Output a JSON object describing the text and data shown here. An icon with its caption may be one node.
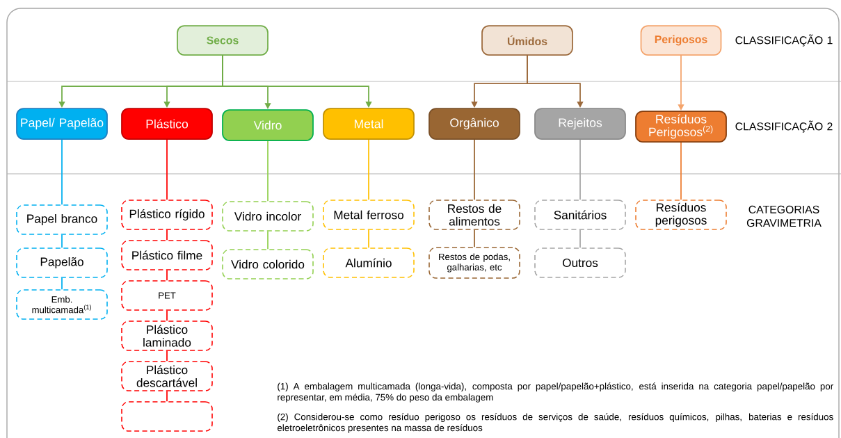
{
  "diagram": {
    "nodes": [
      {
        "text": [
          "Secos"
        ]
      },
      {
        "text": [
          "Úmidos"
        ]
      },
      {
        "text": [
          "Perigosos"
        ]
      },
      {
        "text": [
          "Papel/ Papelão"
        ]
      },
      {
        "text": [
          "Plástico"
        ]
      },
      {
        "text": [
          "Vidro"
        ]
      },
      {
        "text": [
          "Metal"
        ]
      },
      {
        "text": [
          "Orgânico"
        ]
      },
      {
        "text": [
          "Rejeitos"
        ]
      },
      {
        "text": [
          "Resíduos Perigosos$^{(2)}$"
        ]
      },
      {
        "text": [
          "Papel branco"
        ]
      },
      {
        "text": [
          "Papelão"
        ]
      },
      {
        "text": [
          "Emb. multicamada$^{(1)}$"
        ]
      },
      {
        "text": [
          "Plástico rígido"
        ]
      },
      {
        "text": [
          "Plástico filme"
        ]
      },
      {
        "text": [
          "PET"
        ]
      },
      {
        "text": [
          "Plástico laminado"
        ]
      },
      {
        "text": [
          "Plástico descartável"
        ]
      },
      {
        "text": [],
        "shape": "box"
      },
      {
        "text": [
          "Vidro incolor"
        ]
      },
      {
        "text": [
          "Vidro colorido"
        ]
      },
      {
        "text": [
          "Metal ferroso"
        ]
      },
      {
        "text": [
          "Alumínio"
        ]
      },
      {
        "text": [
          "Restos de alimentos"
        ]
      },
      {
        "text": [
          "Restos de podas, galharias, etc"
        ]
      },
      {
        "text": [
          "Sanitários"
        ]
      },
      {
        "text": [
          "Outros"
        ]
      },
      {
        "text": [
          "Resíduos perigosos"
        ]
      }
    ],
    "edges": [
      {
        "from": 0,
        "to": 3,
        "arrow": "to",
        "color": "#70ad47"
      },
      {
        "from": 0,
        "to": 4,
        "arrow": "to",
        "color": "#70ad47"
      },
      {
        "from": 0,
        "to": 5,
        "arrow": "to",
        "color": "#70ad47"
      },
      {
        "from": 0,
        "to": 6,
        "arrow": "to",
        "color": "#70ad47"
      },
      {
        "from": 1,
        "to": 7,
        "arrow": "to",
        "color": "#9c6a3c"
      },
      {
        "from": 1,
        "to": 8,
        "arrow": "to",
        "color": "#9c6a3c"
      },
      {
        "from": 2,
        "to": 9,
        "arrow": "to",
        "color": "#f4a46c"
      },
      {
        "from": 3,
        "to": 10,
        "arrow": "none",
        "color": "#00b0f0"
      },
      {
        "from": 10,
        "to": 11,
        "arrow": "none",
        "color": "#00b0f0"
      },
      {
        "from": 11,
        "to": 12,
        "arrow": "none",
        "color": "#00b0f0"
      },
      {
        "from": 4,
        "to": 13,
        "arrow": "none",
        "color": "#ff0000"
      },
      {
        "from": 13,
        "to": 14,
        "arrow": "none",
        "color": "#ff0000"
      },
      {
        "from": 14,
        "to": 15,
        "arrow": "none",
        "color": "#ff0000"
      },
      {
        "from": 15,
        "to": 16,
        "arrow": "none",
        "color": "#ff0000"
      },
      {
        "from": 16,
        "to": 17,
        "arrow": "none",
        "color": "#ff0000"
      },
      {
        "from": 17,
        "to": 18,
        "arrow": "none",
        "color": "#ff0000"
      },
      {
        "from": 5,
        "to": 19,
        "arrow": "none",
        "color": "#92d050"
      },
      {
        "from": 19,
        "to": 20,
        "arrow": "none",
        "color": "#92d050"
      },
      {
        "from": 6,
        "to": 21,
        "arrow": "none",
        "color": "#ffc000"
      },
      {
        "from": 21,
        "to": 22,
        "arrow": "none",
        "color": "#ffc000"
      },
      {
        "from": 7,
        "to": 23,
        "arrow": "none",
        "color": "#996633"
      },
      {
        "from": 23,
        "to": 24,
        "arrow": "none",
        "color": "#996633"
      },
      {
        "from": 8,
        "to": 25,
        "arrow": "none",
        "color": "#a5a5a5"
      },
      {
        "from": 25,
        "to": 26,
        "arrow": "none",
        "color": "#a5a5a5"
      },
      {
        "from": 9,
        "to": 27,
        "arrow": "none",
        "color": "#ed7d31"
      }
    ],
    "labels": [
      "CLASSIFICAÇÃO 1",
      "CLASSIFICAÇÃO 2",
      "CATEGORIAS GRAVIMETRIA",
      "(1) A embalagem multicamada (longa-vida), composta por papel/papelão+plástico, está inserida na categoria papel/papelão por representar, em média, 75% do peso da embalagem",
      "(2) Considerou-se como resíduo perigoso os resíduos de serviços de saúde, resíduos químicos, pilhas, baterias e resíduos eletroeletrônicos presentes na massa de resíduos"
    ]
  }
}
